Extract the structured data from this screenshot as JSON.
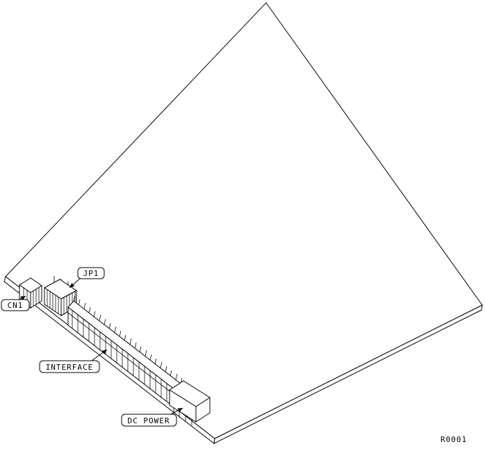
{
  "diagram": {
    "type": "technical-line-drawing",
    "subject": "adapter-card-connector-locations",
    "ref_code": "R0001",
    "labels": {
      "jp1": "JP1",
      "cn1": "CN1",
      "interface": "INTERFACE",
      "dc_power": "DC POWER"
    },
    "colors": {
      "line": "#000000",
      "background": "#ffffff"
    }
  }
}
